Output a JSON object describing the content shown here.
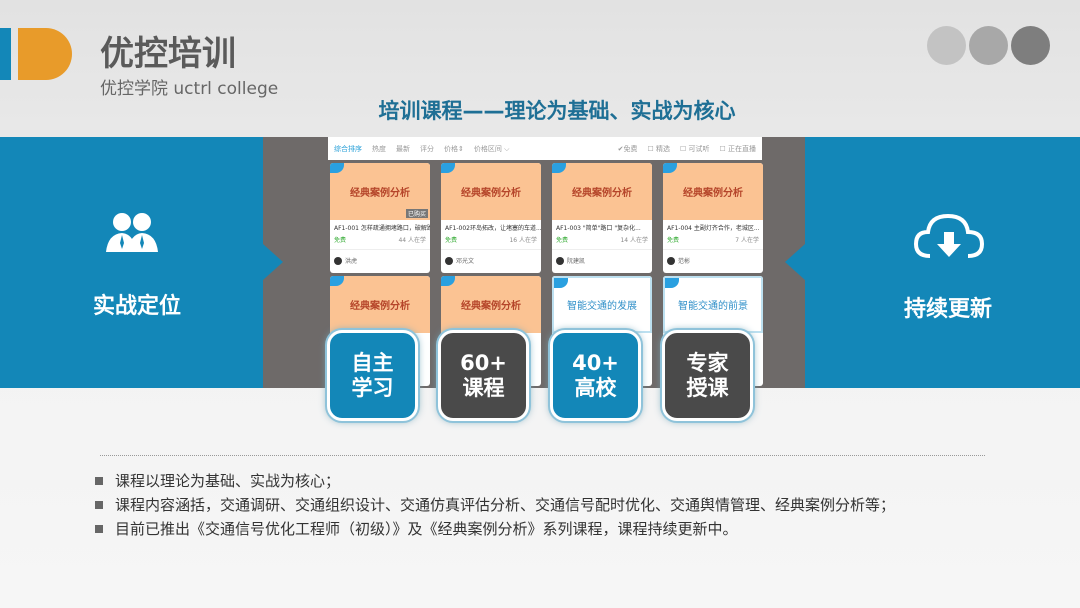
{
  "header": {
    "title": "优控培训",
    "subtitle": "优控学院 uctrl college",
    "nav_dot_colors": [
      "#c3c3c3",
      "#a8a8a8",
      "#7e7e7e"
    ]
  },
  "heading": "培训课程——理论为基础、实战为核心",
  "colors": {
    "brand_blue": "#1387b8",
    "brand_orange": "#e89b2a",
    "dark": "#4a4a4a"
  },
  "left_panel": {
    "label": "实战定位",
    "icon": "users-icon"
  },
  "right_panel": {
    "label": "持续更新",
    "icon": "cloud-download-icon"
  },
  "screenshot": {
    "toolbar": {
      "sorts": [
        "综合排序",
        "热度",
        "最新",
        "评分",
        "价格⇕",
        "价格区间 ⌵"
      ],
      "filters": [
        "✔免费",
        "☐ 精选",
        "☐ 可试听",
        "☐ 正在直播"
      ]
    },
    "cards": [
      {
        "image_title": "经典案例分析",
        "title": "AF1-001 怎样疏通拥堵路口，破解路口...",
        "price": "免费",
        "learners": "44 人在学",
        "author": "洪虎",
        "tag": "已购买"
      },
      {
        "image_title": "经典案例分析",
        "title": "AF1-002环岛拓改，让堵塞的车道...",
        "price": "免费",
        "learners": "16 人在学",
        "author": "邓光文"
      },
      {
        "image_title": "经典案例分析",
        "title": "AF1-003 \"简单\"路口 \"复杂化...",
        "price": "免费",
        "learners": "14 人在学",
        "author": "阮建凯"
      },
      {
        "image_title": "经典案例分析",
        "title": "AF1-004 主副灯齐合作，老城区...",
        "price": "免费",
        "learners": "7 人在学",
        "author": "范彬"
      },
      {
        "image_title": "经典案例分析"
      },
      {
        "image_title": "经典案例分析"
      },
      {
        "image_title": "智能交通的发展",
        "style": "blue"
      },
      {
        "image_title": "智能交通的前景",
        "style": "blue"
      }
    ]
  },
  "badges": [
    {
      "label": "自主\n学习",
      "color": "#1387b8"
    },
    {
      "label": "60+\n课程",
      "color": "#4a4a4a"
    },
    {
      "label": "40+\n高校",
      "color": "#1387b8"
    },
    {
      "label": "专家\n授课",
      "color": "#4a4a4a"
    }
  ],
  "bullets": [
    "课程以理论为基础、实战为核心；",
    "课程内容涵括，交通调研、交通组织设计、交通仿真评估分析、交通信号配时优化、交通舆情管理、经典案例分析等；",
    "目前已推出《交通信号优化工程师（初级）》及《经典案例分析》系列课程，课程持续更新中。"
  ]
}
